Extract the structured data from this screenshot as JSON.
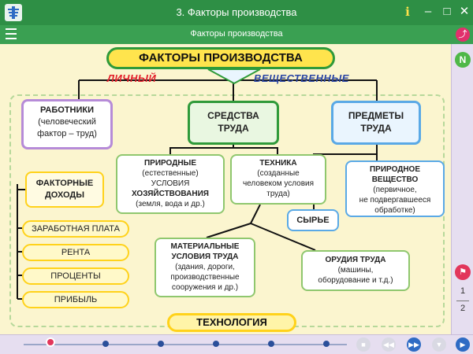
{
  "window": {
    "title": "3. Факторы производства",
    "info_label": "i",
    "minimize_label": "–",
    "maximize_label": "□",
    "close_label": "✕"
  },
  "subheader": {
    "title": "Факторы производства",
    "share_label": "⤴"
  },
  "right_panel": {
    "n_label": "N",
    "flag_label": "⚑",
    "page_current": "1",
    "page_total": "2"
  },
  "diagram": {
    "title": "ФАКТОРЫ ПРОИЗВОДСТВА",
    "label_personal": "ЛИЧНЫЙ",
    "label_material": "ВЕЩЕСТВЕННЫЕ",
    "workers": {
      "title": "РАБОТНИКИ",
      "desc1": "(человеческий",
      "desc2": "фактор – труд)"
    },
    "means": {
      "line1": "СРЕДСТВА",
      "line2": "ТРУДА"
    },
    "objects": {
      "line1": "ПРЕДМЕТЫ",
      "line2": "ТРУДА"
    },
    "natural": {
      "title": "ПРИРОДНЫЕ",
      "sub1": "(естественные)",
      "sub2": "УСЛОВИЯ",
      "sub3": "ХОЗЯЙСТВОВАНИЯ",
      "sub4": "(земля, вода и др.)"
    },
    "tech": {
      "title": "ТЕХНИКА",
      "d1": "(созданные",
      "d2": "человеком условия",
      "d3": "труда)"
    },
    "substance": {
      "t1": "ПРИРОДНОЕ",
      "t2": "ВЕЩЕСТВО",
      "d1": "(первичное,",
      "d2": "не подвергавшееся",
      "d3": "обработке)"
    },
    "raw": "СЫРЬЕ",
    "mat_conditions": {
      "t1": "МАТЕРИАЛЬНЫЕ",
      "t2": "УСЛОВИЯ ТРУДА",
      "d1": "(здания, дороги,",
      "d2": "производственные",
      "d3": "сооружения и др.)"
    },
    "tools": {
      "t1": "ОРУДИЯ ТРУДА",
      "d1": "(машины,",
      "d2": "оборудование и т.д.)"
    },
    "factor_income": {
      "l1": "ФАКТОРНЫЕ",
      "l2": "ДОХОДЫ"
    },
    "income_items": [
      "ЗАРАБОТНАЯ ПЛАТА",
      "РЕНТА",
      "ПРОЦЕНТЫ",
      "ПРИБЫЛЬ"
    ],
    "technology": "ТЕХНОЛОГИЯ"
  },
  "player": {
    "stop_label": "■",
    "prev_label": "◀◀",
    "next_label": "▶▶",
    "last_label": "▼",
    "play_label": "▶"
  },
  "colors": {
    "titlebar": "#2e8f45",
    "subbar": "#3aa052",
    "content_bg": "#fbf5cf",
    "panel_bg": "#e6def0",
    "personal_red": "#e21e2a",
    "material_blue": "#2a45a3",
    "green_border": "#2f9a3a",
    "yellow_border": "#ffd21a",
    "blue_border": "#5aa9e6",
    "purple_border": "#b68bd8"
  }
}
